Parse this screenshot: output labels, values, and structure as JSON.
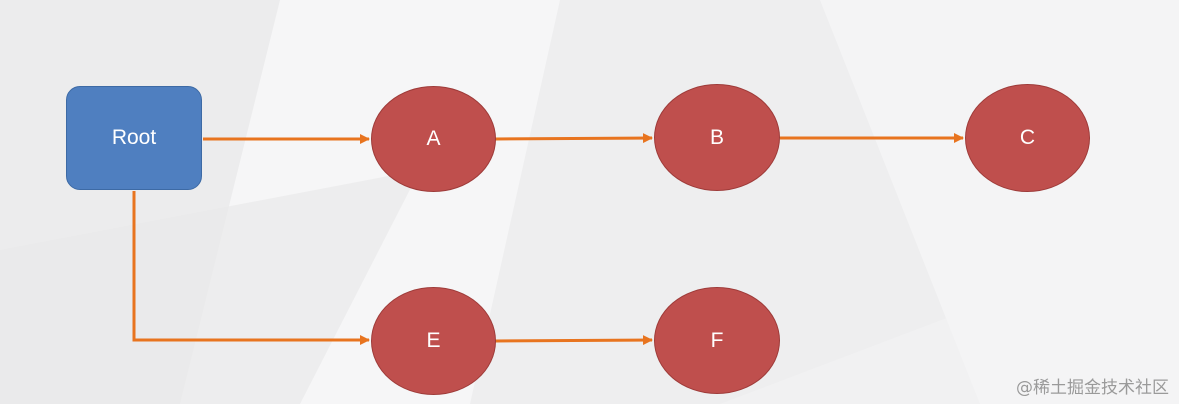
{
  "diagram": {
    "nodes": [
      {
        "id": "root",
        "label": "Root",
        "shape": "rounded-rect",
        "color": "#4f7fc0"
      },
      {
        "id": "a",
        "label": "A",
        "shape": "ellipse",
        "color": "#bf4f4d"
      },
      {
        "id": "b",
        "label": "B",
        "shape": "ellipse",
        "color": "#bf4f4d"
      },
      {
        "id": "c",
        "label": "C",
        "shape": "ellipse",
        "color": "#bf4f4d"
      },
      {
        "id": "e",
        "label": "E",
        "shape": "ellipse",
        "color": "#bf4f4d"
      },
      {
        "id": "f",
        "label": "F",
        "shape": "ellipse",
        "color": "#bf4f4d"
      }
    ],
    "edges": [
      {
        "from": "Root",
        "to": "A"
      },
      {
        "from": "A",
        "to": "B"
      },
      {
        "from": "B",
        "to": "C"
      },
      {
        "from": "Root",
        "to": "E"
      },
      {
        "from": "E",
        "to": "F"
      }
    ],
    "edge_color": "#e8741f"
  },
  "watermark": "@稀土掘金技术社区"
}
